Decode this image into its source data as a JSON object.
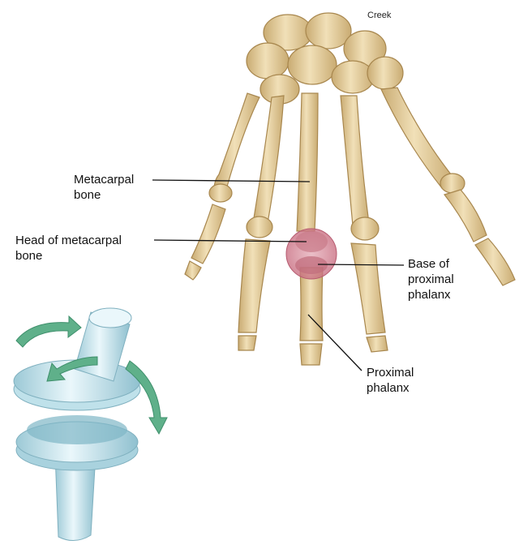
{
  "credit": "Creek",
  "labels": {
    "metacarpal_bone": [
      "Metacarpal",
      "bone"
    ],
    "head_of_metacarpal": [
      "Head of metacarpal",
      "bone"
    ],
    "base_of_proximal_phalanx": [
      "Base of",
      "proximal",
      "phalanx"
    ],
    "proximal_phalanx": [
      "Proximal",
      "phalanx"
    ]
  },
  "colors": {
    "bone": "#e8d3a6",
    "bone_shadow": "#c9ab72",
    "joint_highlight": "#d98a9a",
    "model": "#d3ecf3",
    "model_shadow": "#8fc0cf",
    "arrow": "#5fb08a"
  }
}
